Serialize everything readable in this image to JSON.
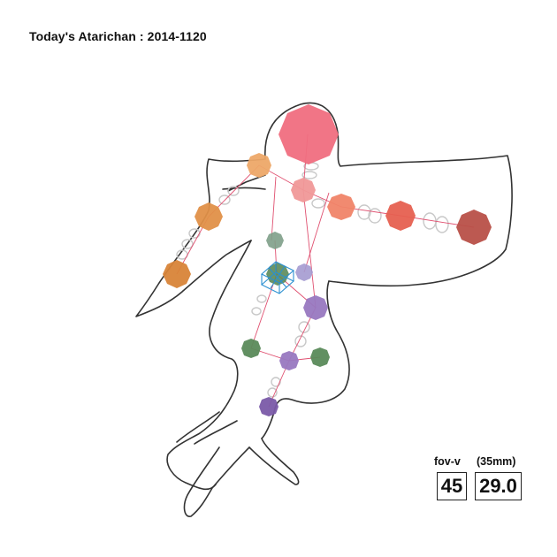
{
  "header": {
    "title": "Today's Atarichan : 2014-1120"
  },
  "camera": {
    "fov_label": "fov-v",
    "lens_label": "(35mm)",
    "fov_value": "45",
    "lens_value": "29.0"
  },
  "colors": {
    "outline": "#333333",
    "bone": "#e05070",
    "spring": "#c8c8c8",
    "gizmo": "#2a8fd0",
    "head": "#f06e80",
    "neck": "#f09898",
    "left_arm": [
      "#eda868",
      "#e09048",
      "#d88438"
    ],
    "right_arm": [
      "#f08468",
      "#e66050",
      "#b85048"
    ],
    "torso_green": "#7e9e88",
    "torso_purple": "#a49ad0",
    "hips": "#9878c0",
    "leg_green": "#5a8a5a",
    "foot": "#7a5aa8"
  }
}
